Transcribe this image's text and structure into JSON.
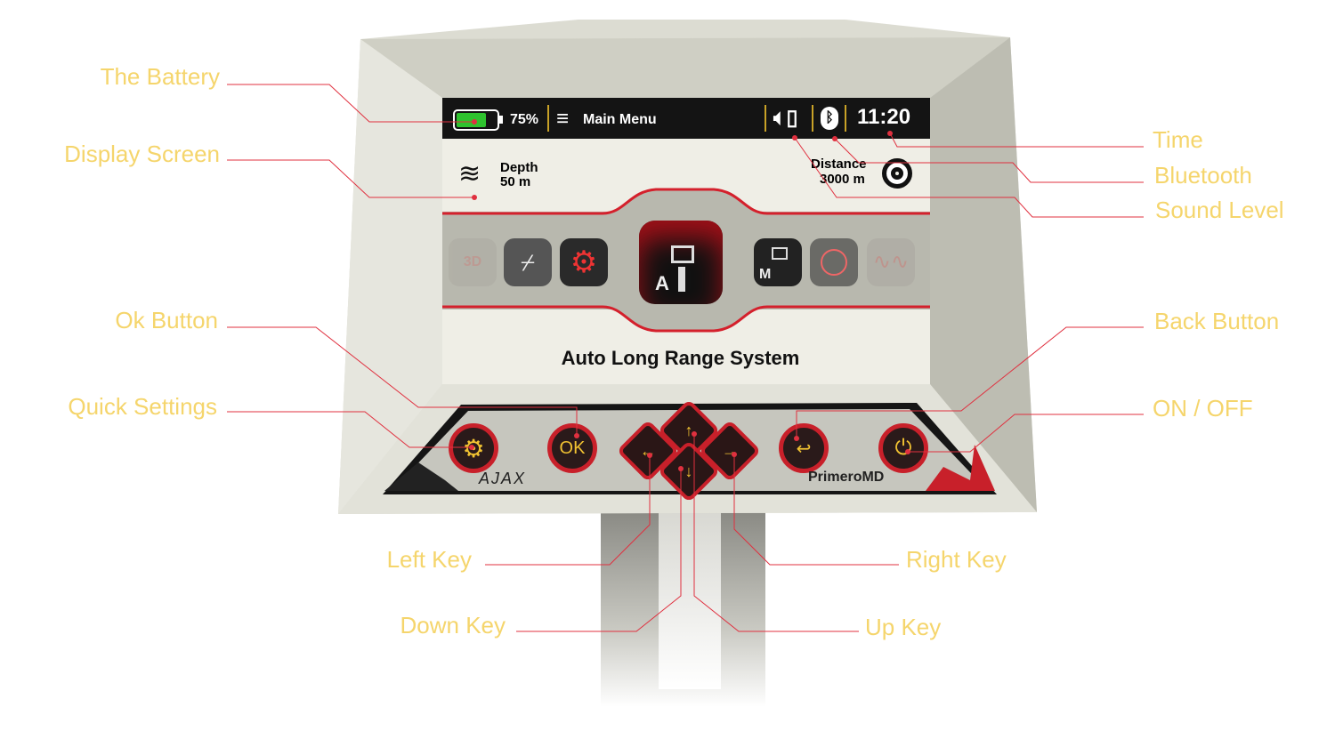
{
  "device": {
    "status_bar": {
      "battery_percent": "75%",
      "battery_level": 0.75,
      "menu_label": "Main Menu",
      "time": "11:20"
    },
    "info": {
      "depth_label": "Depth",
      "depth_value": "50 m",
      "distance_label": "Distance",
      "distance_value": "3000 m"
    },
    "modes": [
      {
        "icon": "3d-scan-icon"
      },
      {
        "icon": "metal-detector-icon"
      },
      {
        "icon": "settings-gear-icon"
      },
      {
        "icon": "auto-long-range-icon",
        "label": "A",
        "selected": true
      },
      {
        "icon": "manual-long-range-icon",
        "label": "M"
      },
      {
        "icon": "target-locator-icon"
      },
      {
        "icon": "waveform-icon"
      }
    ],
    "mode_title": "Auto Long Range System",
    "keypad": {
      "ok_label": "OK",
      "up": "↑",
      "down": "↓",
      "left": "←",
      "right": "→",
      "back": "↩",
      "power": "⏻",
      "brand_left": "AJAX",
      "brand_right": "PrimeroMD"
    },
    "colors": {
      "accent": "#d4202c",
      "label": "#f5d56c",
      "battery": "#2ec22e"
    }
  },
  "callouts": {
    "battery": "The Battery",
    "display": "Display Screen",
    "ok": "Ok Button",
    "quick": "Quick Settings",
    "time": "Time",
    "bluetooth": "Bluetooth",
    "sound": "Sound Level",
    "back": "Back Button",
    "power": "ON / OFF",
    "left": "Left Key",
    "down": "Down Key",
    "right": "Right Key",
    "up": "Up Key"
  }
}
